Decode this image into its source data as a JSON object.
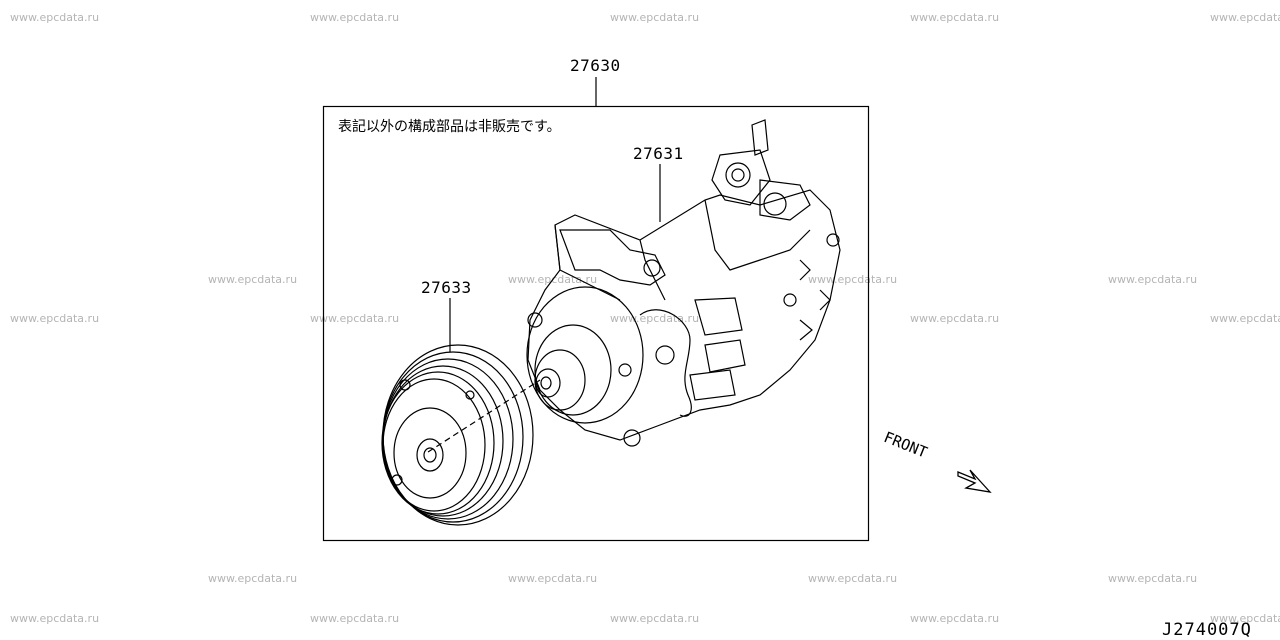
{
  "watermark_text": "www.epcdata.ru",
  "parts": {
    "assembly": {
      "number": "27630"
    },
    "compressor": {
      "number": "27631"
    },
    "clutch_pulley": {
      "number": "27633"
    }
  },
  "note": "表記以外の構成部品は非販売です。",
  "front_indicator": "FRONT",
  "drawing_code": "J274007Q"
}
